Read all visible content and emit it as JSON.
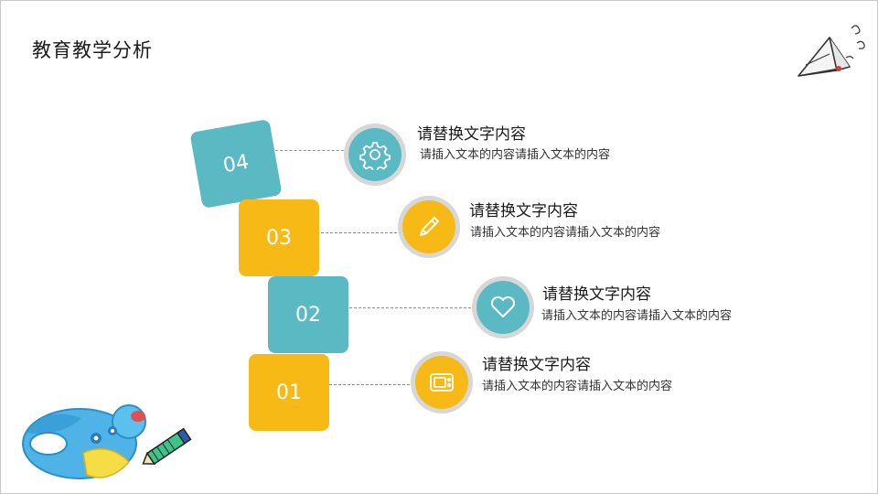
{
  "title": "教育教学分析",
  "colors": {
    "teal": "#5bb9c4",
    "yellow": "#f7b916",
    "ring": "#d7d7d7"
  },
  "items": [
    {
      "number": "04",
      "icon": "gear-icon",
      "heading": "请替换文字内容",
      "text": "请插入文本的内容请插入文本的内容"
    },
    {
      "number": "03",
      "icon": "pencil-icon",
      "heading": "请替换文字内容",
      "text": "请插入文本的内容请插入文本的内容"
    },
    {
      "number": "02",
      "icon": "heart-icon",
      "heading": "请替换文字内容",
      "text": "请插入文本的内容请插入文本的内容"
    },
    {
      "number": "01",
      "icon": "tv-icon",
      "heading": "请替换文字内容",
      "text": "请插入文本的内容请插入文本的内容"
    }
  ]
}
